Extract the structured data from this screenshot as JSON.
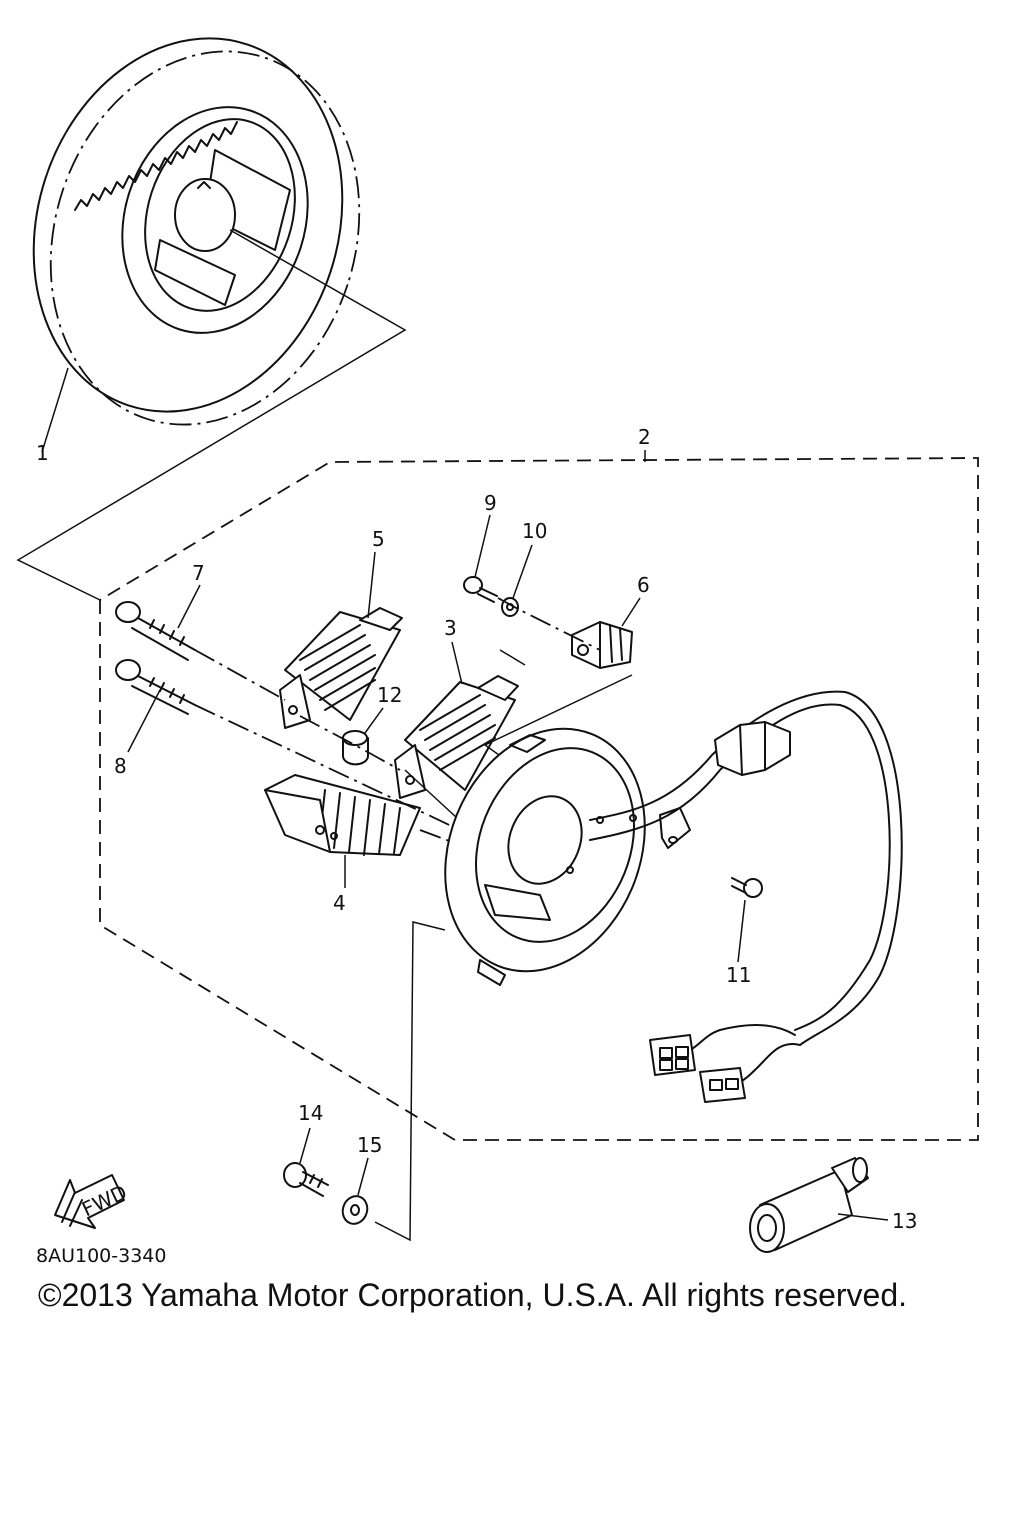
{
  "callouts": {
    "c1": "1",
    "c2": "2",
    "c3": "3",
    "c4": "4",
    "c5": "5",
    "c6": "6",
    "c7": "7",
    "c8": "8",
    "c9": "9",
    "c10": "10",
    "c11": "11",
    "c12": "12",
    "c13": "13",
    "c14": "14",
    "c15": "15"
  },
  "fwd_label": "FWD",
  "diagram_code": "8AU100-3340",
  "copyright": "©2013 Yamaha Motor Corporation, U.S.A. All rights reserved."
}
